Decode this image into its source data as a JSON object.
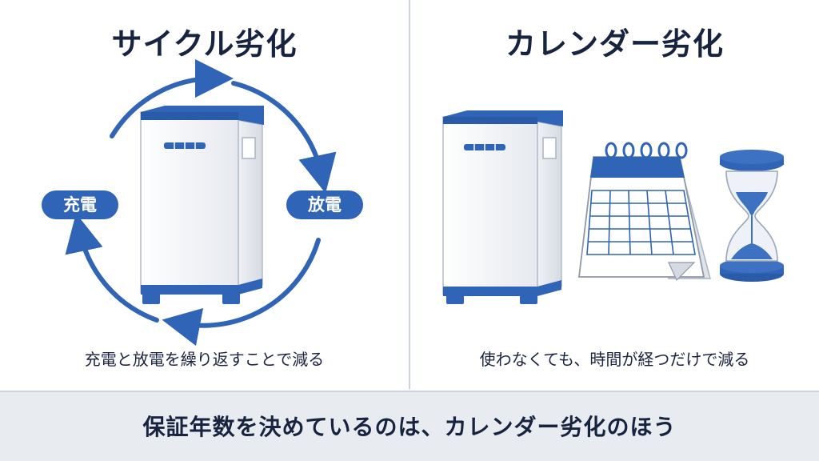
{
  "left_panel": {
    "title": "サイクル劣化",
    "label_charge": "充電",
    "label_discharge": "放電",
    "caption": "充電と放電を繰り返すことで減る"
  },
  "right_panel": {
    "title": "カレンダー劣化",
    "caption": "使わなくても、時間が経つだけで減る"
  },
  "footer": {
    "text": "保証年数を決めているのは、カレンダー劣化のほう"
  },
  "colors": {
    "accent": "#2f64b6",
    "title": "#17233f",
    "footer_bg": "#e8ebf0"
  }
}
